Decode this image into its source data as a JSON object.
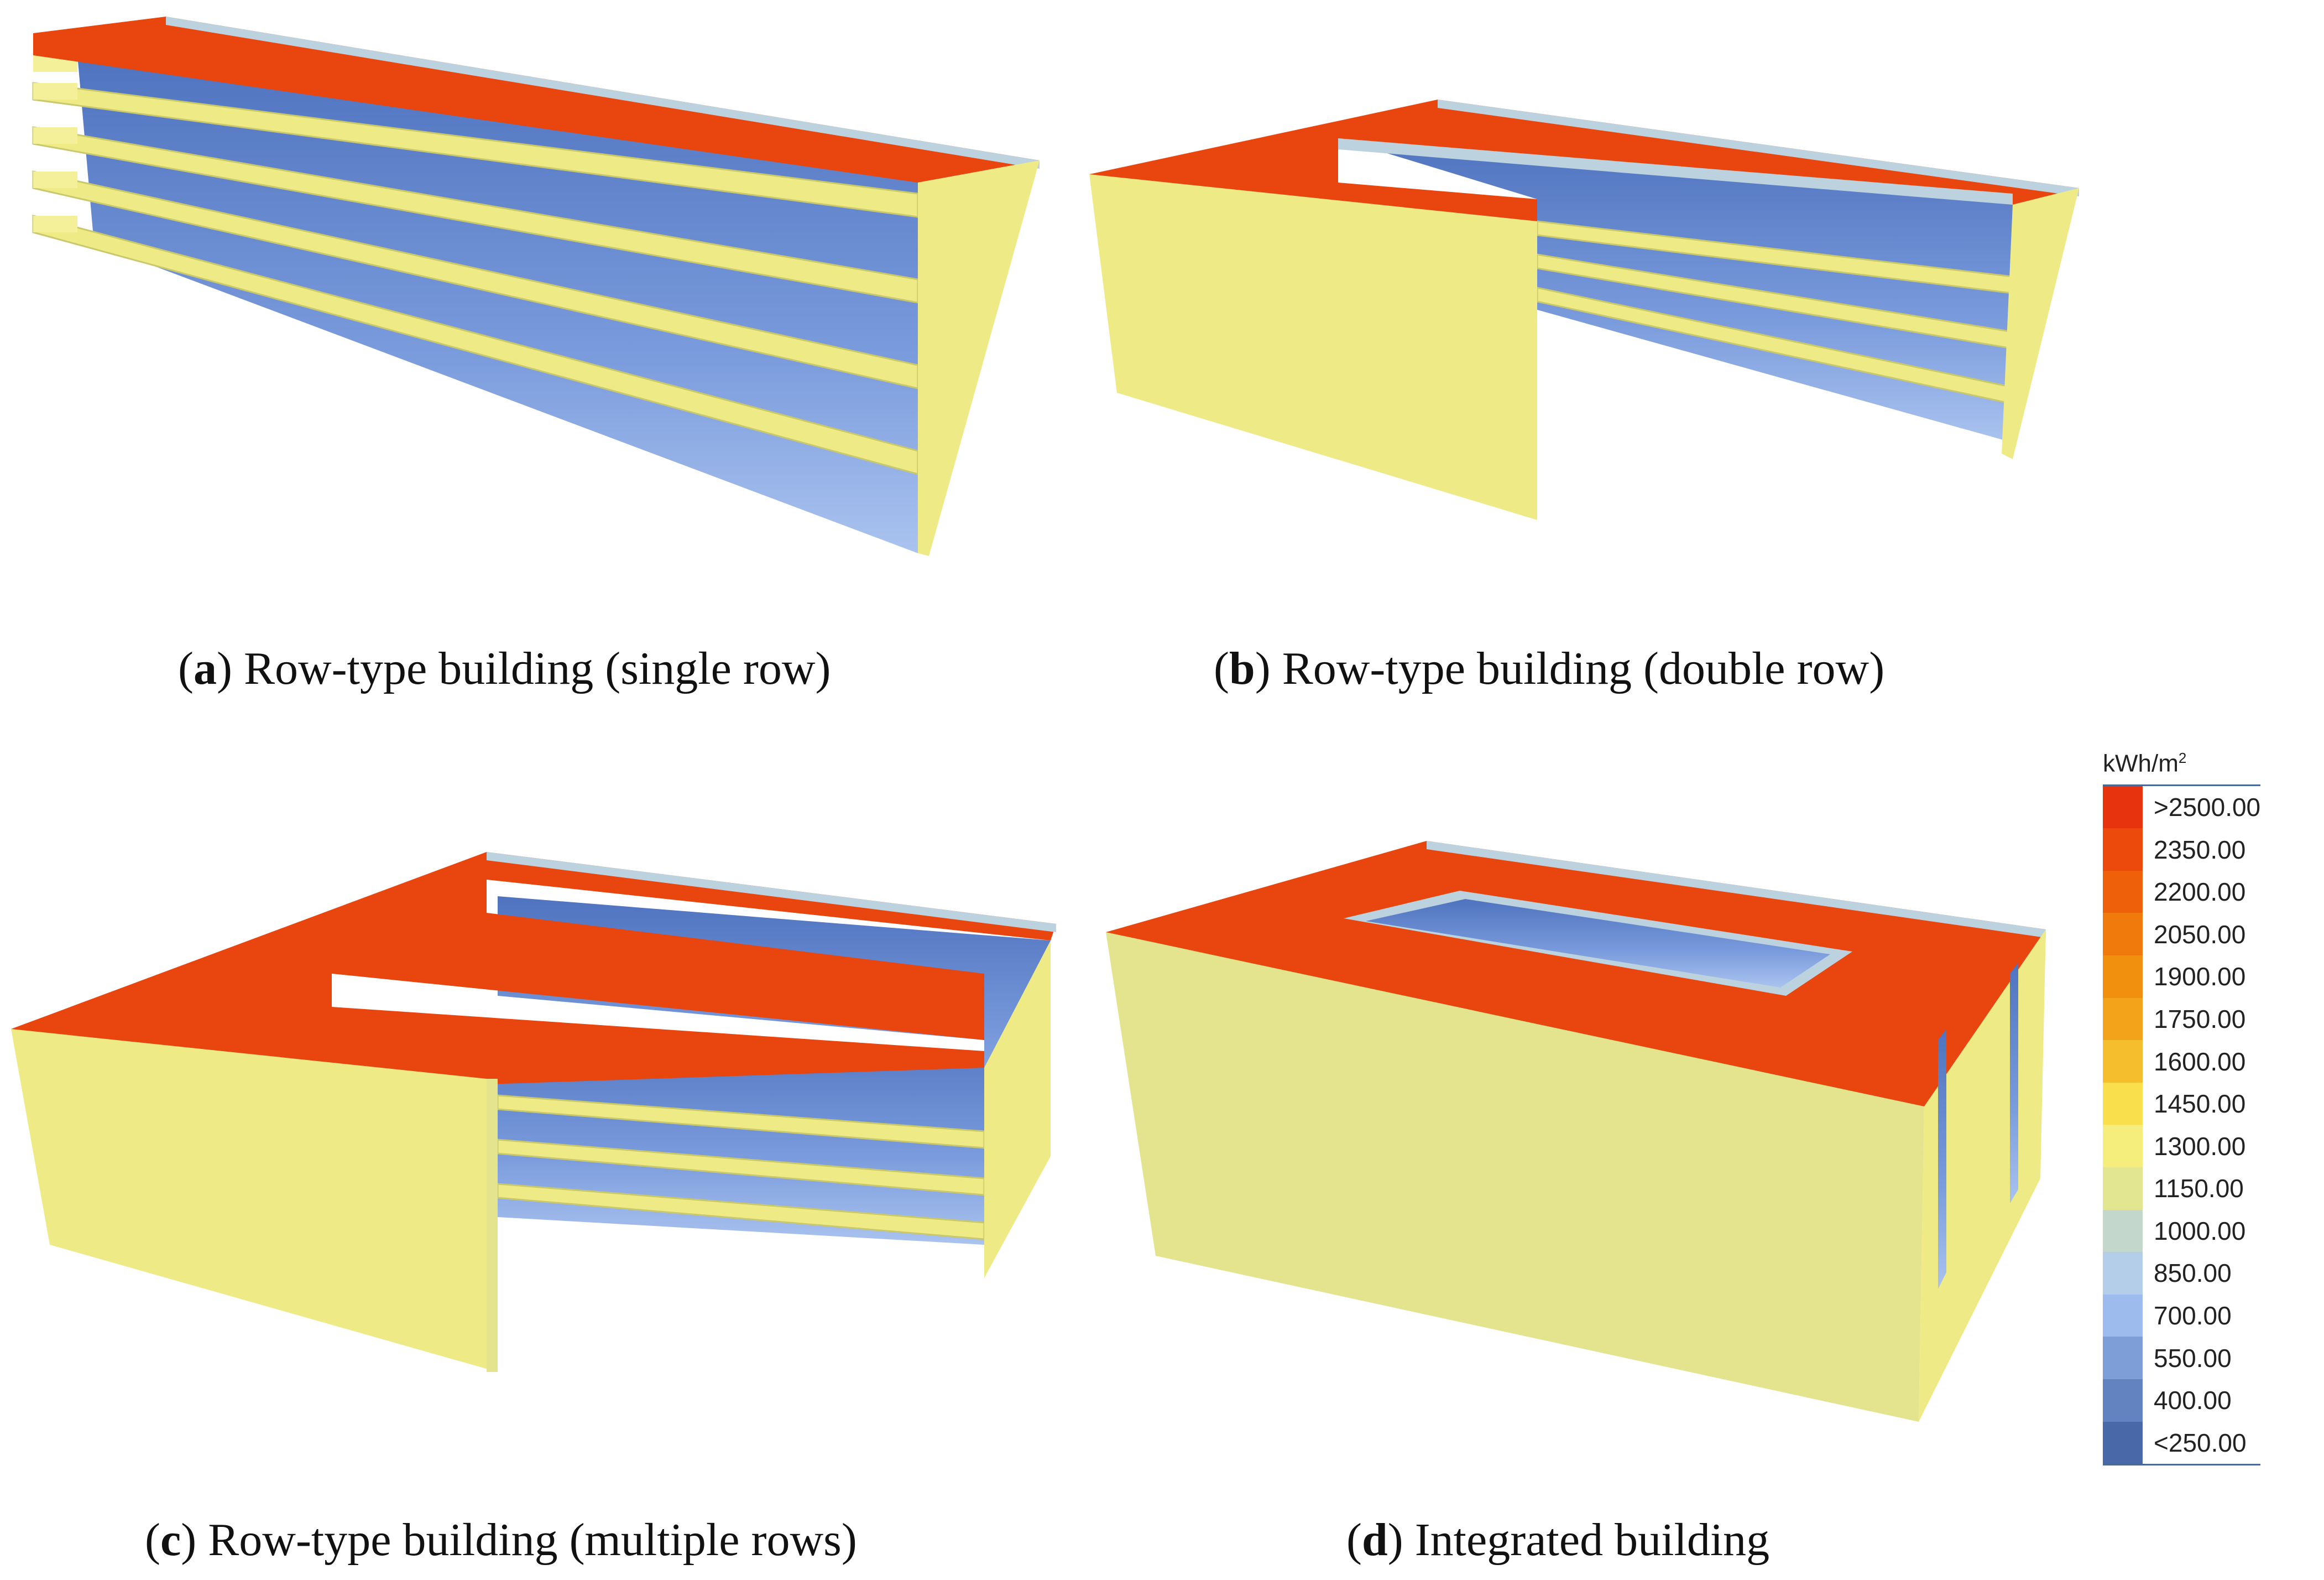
{
  "captions": {
    "a": {
      "letter": "a",
      "text": "Row-type building (single row)"
    },
    "b": {
      "letter": "b",
      "text": "Row-type building (double row)"
    },
    "c": {
      "letter": "c",
      "text": "Row-type building (multiple rows)"
    },
    "d": {
      "letter": "d",
      "text": "Integrated building"
    }
  },
  "legend": {
    "unit_base": "kWh/m",
    "unit_exp": "2",
    "items": [
      {
        "label": ">2500.00",
        "color": "#e8340e"
      },
      {
        "label": "2350.00",
        "color": "#ec4a0c"
      },
      {
        "label": "2200.00",
        "color": "#ef600b"
      },
      {
        "label": "2050.00",
        "color": "#f07a0b"
      },
      {
        "label": "1900.00",
        "color": "#f1900f"
      },
      {
        "label": "1750.00",
        "color": "#f3a31a"
      },
      {
        "label": "1600.00",
        "color": "#f5be2c"
      },
      {
        "label": "1450.00",
        "color": "#f8df4b"
      },
      {
        "label": "1300.00",
        "color": "#f5ee7c"
      },
      {
        "label": "1150.00",
        "color": "#e2e690"
      },
      {
        "label": "1000.00",
        "color": "#c3d7cc"
      },
      {
        "label": "850.00",
        "color": "#b4cde9"
      },
      {
        "label": "700.00",
        "color": "#9dbbec"
      },
      {
        "label": "550.00",
        "color": "#7e9ed8"
      },
      {
        "label": "400.00",
        "color": "#6383c0"
      },
      {
        "label": "<250.00",
        "color": "#4968a7"
      }
    ]
  },
  "colors": {
    "roof": "#e8450f",
    "facade": "#eeeb86",
    "facade_dark": "#e3e48d",
    "balcony_top": "#f3ef8e",
    "glass": "#6a8fd3",
    "glass_light": "#a6c0ee",
    "edge": "#bcd3df"
  }
}
